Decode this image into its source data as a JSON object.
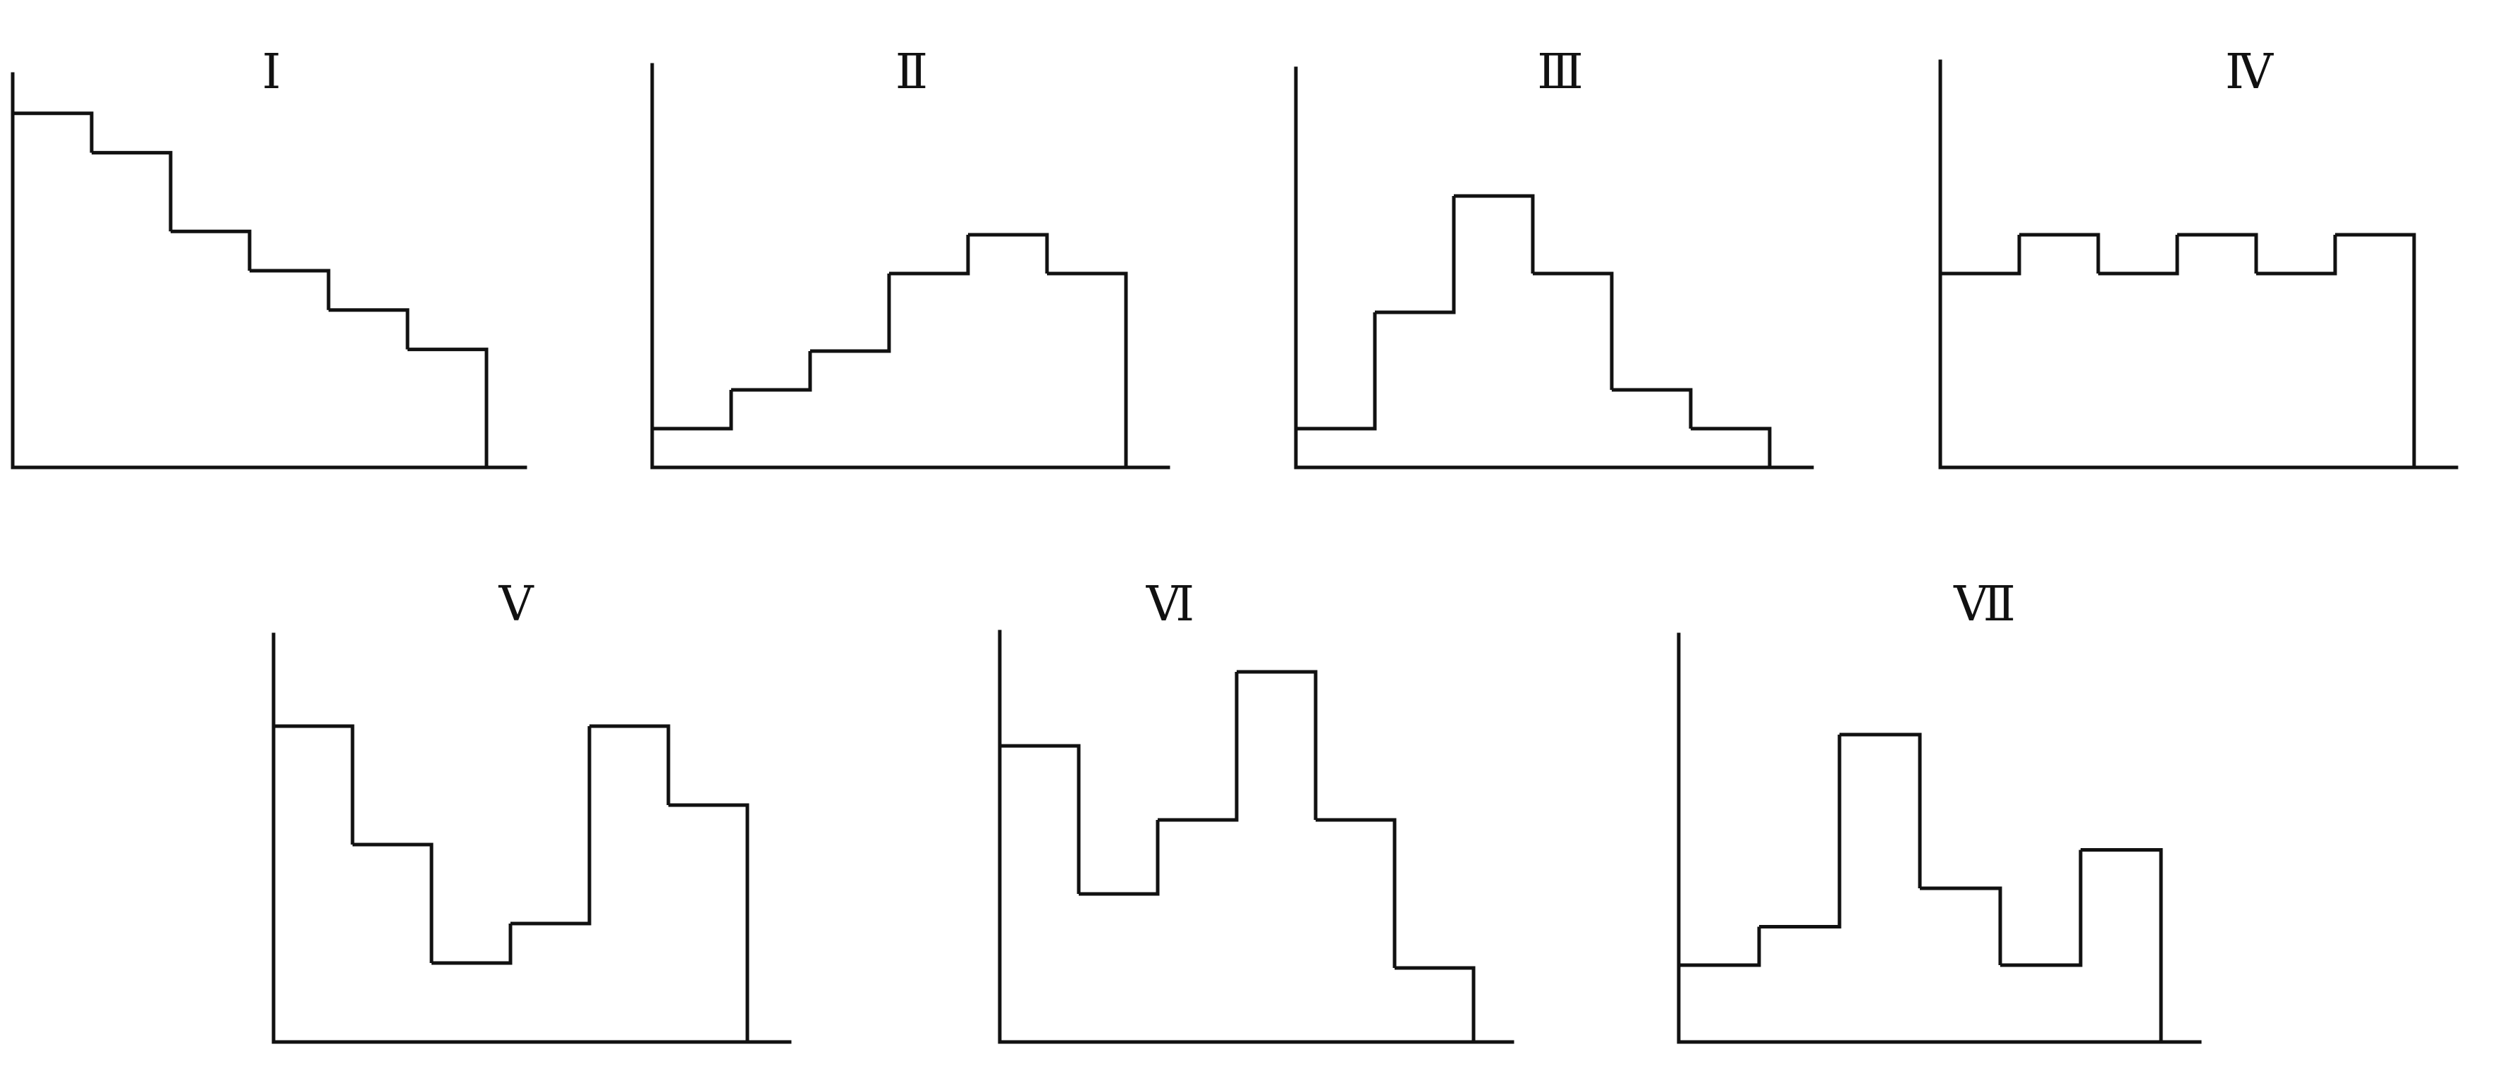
{
  "chart_data": [
    {
      "type": "bar",
      "title": "Ⅰ",
      "values": [
        9,
        8,
        6,
        5,
        4,
        3
      ],
      "ylim": [
        0,
        10
      ],
      "grid": false
    },
    {
      "type": "bar",
      "title": "Ⅱ",
      "values": [
        1,
        2,
        3,
        5,
        6,
        5
      ],
      "ylim": [
        0,
        10
      ],
      "grid": false
    },
    {
      "type": "bar",
      "title": "Ⅲ",
      "values": [
        1,
        4,
        7,
        5,
        2,
        1
      ],
      "ylim": [
        0,
        10
      ],
      "grid": false
    },
    {
      "type": "bar",
      "title": "Ⅳ",
      "values": [
        5,
        6,
        5,
        6,
        5,
        6
      ],
      "ylim": [
        0,
        10
      ],
      "grid": false
    },
    {
      "type": "bar",
      "title": "Ⅴ",
      "values": [
        8,
        5,
        2,
        3,
        8,
        6
      ],
      "ylim": [
        0,
        10
      ],
      "grid": false
    },
    {
      "type": "bar",
      "title": "Ⅵ",
      "values": [
        8,
        4,
        6,
        10,
        6,
        2
      ],
      "ylim": [
        0,
        10
      ],
      "grid": false
    },
    {
      "type": "bar",
      "title": "Ⅶ",
      "values": [
        2,
        3,
        8,
        4,
        2,
        5
      ],
      "ylim": [
        0,
        10
      ],
      "grid": false
    }
  ],
  "colors": {
    "line": "#111111",
    "background": "#ffffff"
  }
}
